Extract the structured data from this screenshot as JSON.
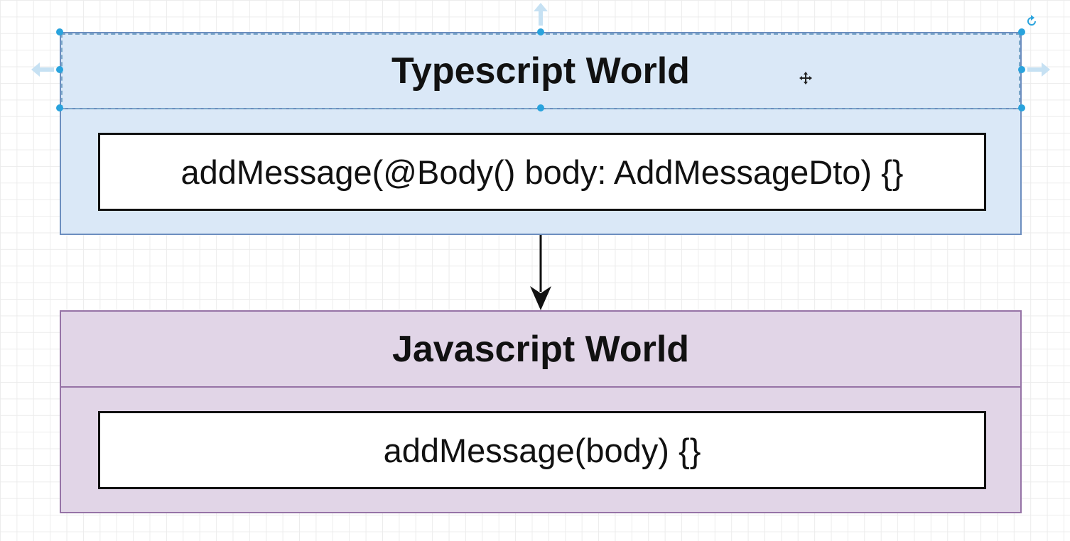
{
  "typescript_world": {
    "title": "Typescript World",
    "code": "addMessage(@Body() body: AddMessageDto) {}",
    "fill_color": "#dae8f7",
    "stroke_color": "#6c8ebf"
  },
  "javascript_world": {
    "title": "Javascript World",
    "code": "addMessage(body) {}",
    "fill_color": "#e1d5e7",
    "stroke_color": "#9673a6"
  },
  "connector": {
    "from": "typescript_world",
    "to": "javascript_world",
    "style": "arrow-down"
  },
  "selection": {
    "selected_element": "typescript_world.title",
    "handle_color": "#29a3dd"
  },
  "icons": {
    "rotate": "rotate-icon",
    "move": "move-cursor-icon",
    "expand_up": "arrow-up-icon",
    "expand_left": "arrow-left-icon",
    "expand_right": "arrow-right-icon"
  }
}
